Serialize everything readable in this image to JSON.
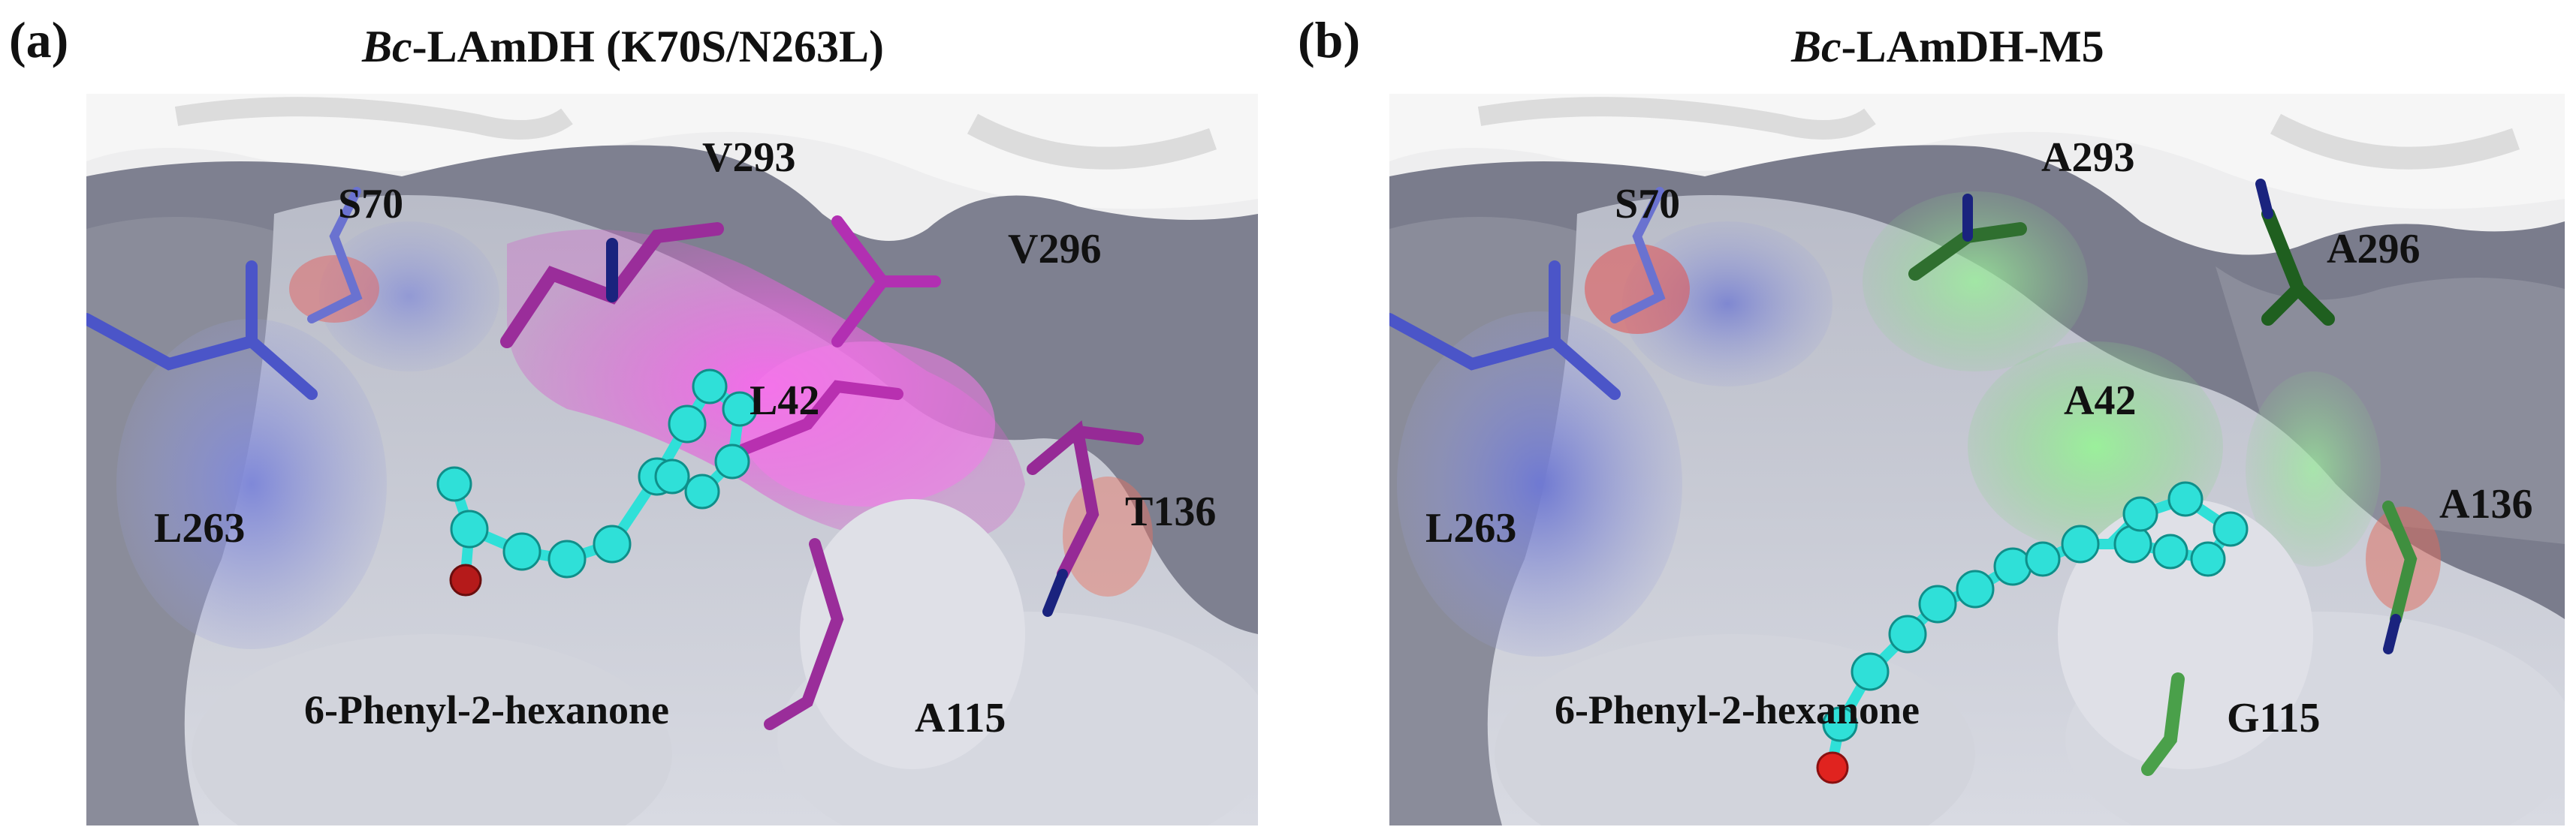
{
  "figure": {
    "panels": [
      {
        "letter": "(a)",
        "title_italic": "Bc",
        "title_rest": "-LAmDH (K70S/N263L)",
        "ligand_label": "6-Phenyl-2-hexanone",
        "residues": [
          "S70",
          "V293",
          "V296",
          "L42",
          "L263",
          "T136",
          "A115"
        ],
        "highlight_color": "#d63fc6"
      },
      {
        "letter": "(b)",
        "title_italic": "Bc",
        "title_rest": "-LAmDH-M5",
        "ligand_label": "6-Phenyl-2-hexanone",
        "residues": [
          "S70",
          "A293",
          "A296",
          "A42",
          "L263",
          "A136",
          "G115"
        ],
        "highlight_color": "#3fae3f"
      }
    ],
    "colors": {
      "surface": "#c9ccd6",
      "surface_dark": "#6f7280",
      "carbon_blue": "#4b55c8",
      "ligand": "#2fe0d8",
      "oxygen": "#c02020",
      "nitrogen": "#1a237e"
    }
  }
}
